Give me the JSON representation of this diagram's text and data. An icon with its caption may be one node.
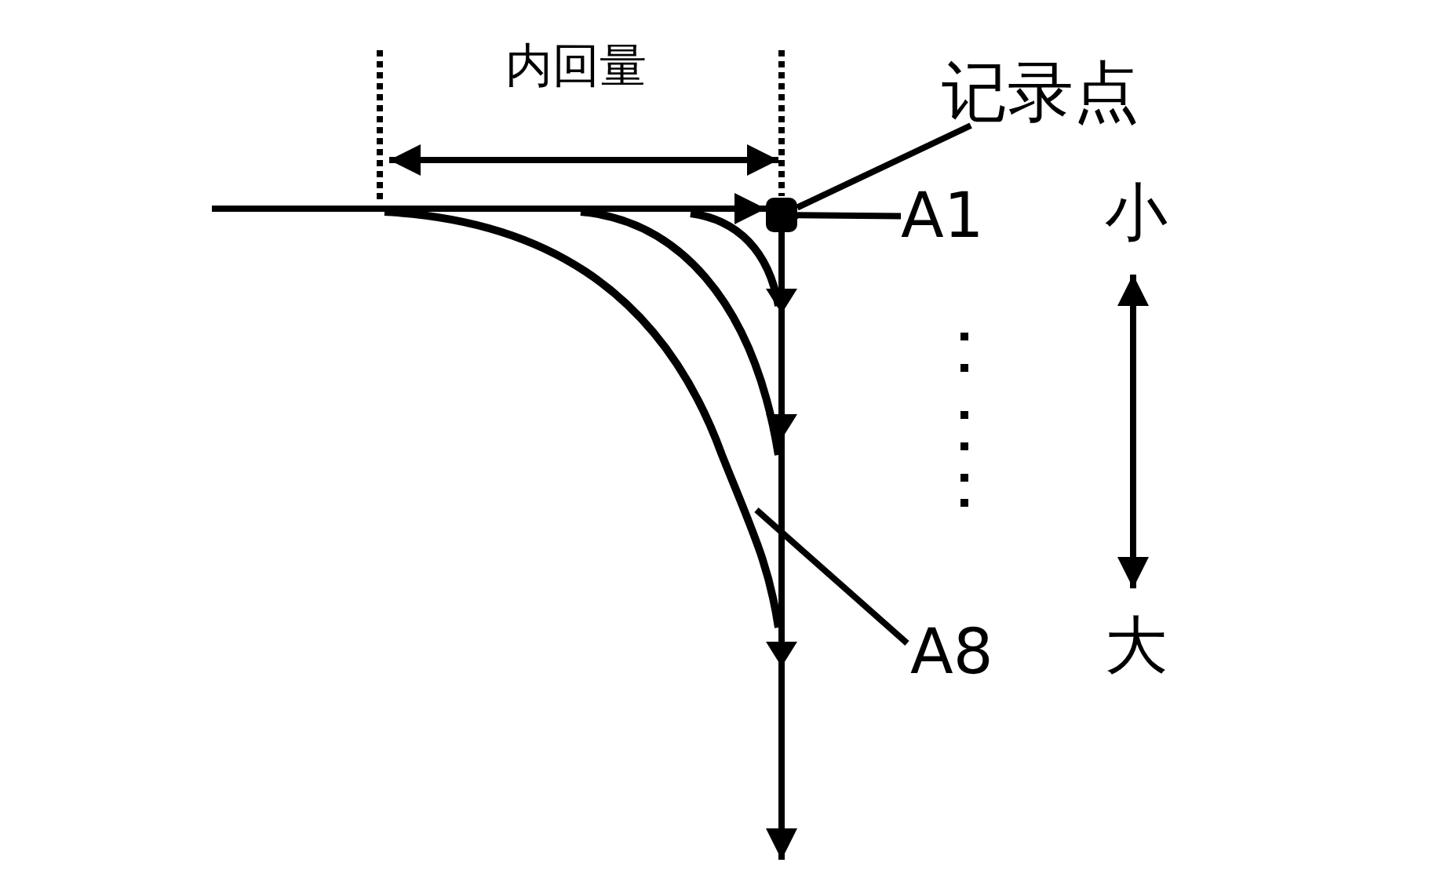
{
  "diagram": {
    "nodes": [
      {
        "text": [
          "记录点"
        ]
      },
      {
        "text": [],
        "shape": "box"
      },
      {
        "text": [
          "A1"
        ]
      },
      {
        "text": [
          "A8"
        ]
      }
    ],
    "edges": [
      {
        "from": 0,
        "to": 1,
        "arrow": "none"
      },
      {
        "from": 2,
        "to": 1,
        "arrow": "none"
      },
      {
        "from": 3,
        "to": null,
        "arrow": "none"
      }
    ],
    "labels": [
      "内回量",
      "小",
      "大"
    ]
  }
}
